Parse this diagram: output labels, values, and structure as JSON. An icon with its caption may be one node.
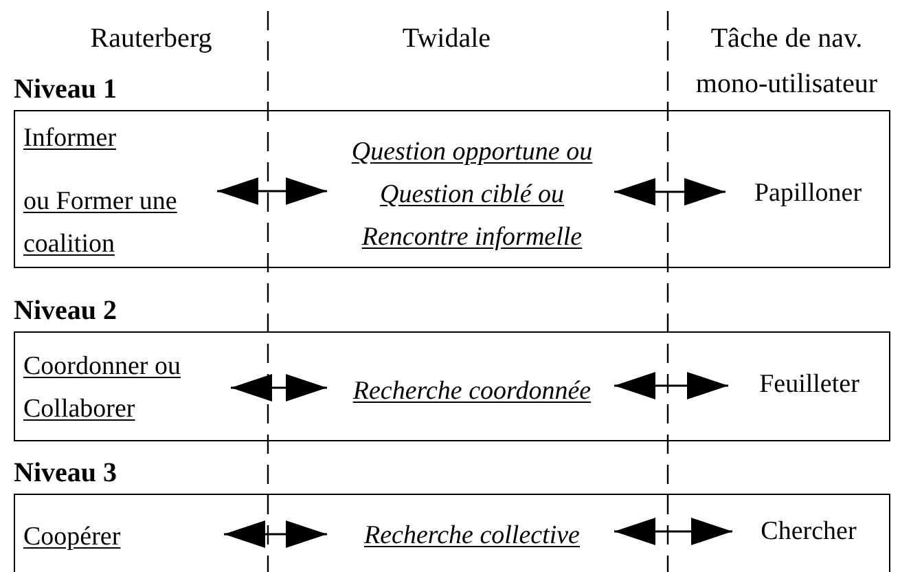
{
  "diagram": {
    "nodes": [
      {
        "text": [
          "Niveau 1"
        ]
      },
      {
        "text": [
          "Informer",
          "ou Former une coalition"
        ],
        "in": 0
      },
      {
        "text": [
          "Question opportune ou Question ciblé ou Rencontre informelle"
        ],
        "in": 0
      },
      {
        "text": [
          "Papilloner"
        ],
        "in": 0
      },
      {
        "text": [
          "Niveau 2"
        ]
      },
      {
        "text": [
          "Coordonner ou Collaborer"
        ],
        "in": 4
      },
      {
        "text": [
          "Recherche coordonnée"
        ],
        "in": 4
      },
      {
        "text": [
          "Feuilleter"
        ],
        "in": 4
      },
      {
        "text": [
          "Niveau 3"
        ]
      },
      {
        "text": [
          "Coopérer"
        ],
        "in": 8
      },
      {
        "text": [
          "Recherche collective"
        ],
        "in": 8
      },
      {
        "text": [
          "Chercher"
        ],
        "in": 8
      }
    ],
    "edges": [
      {
        "from": 1,
        "to": 2,
        "arrow": "both"
      },
      {
        "from": 2,
        "to": 3,
        "arrow": "both"
      },
      {
        "from": 5,
        "to": 6,
        "arrow": "both"
      },
      {
        "from": 6,
        "to": 7,
        "arrow": "both"
      },
      {
        "from": 9,
        "to": 10,
        "arrow": "both"
      },
      {
        "from": 10,
        "to": 11,
        "arrow": "both"
      }
    ],
    "labels": [
      "Rauterberg",
      "Twidale",
      "Tâche de nav. mono-utilisateur"
    ]
  }
}
